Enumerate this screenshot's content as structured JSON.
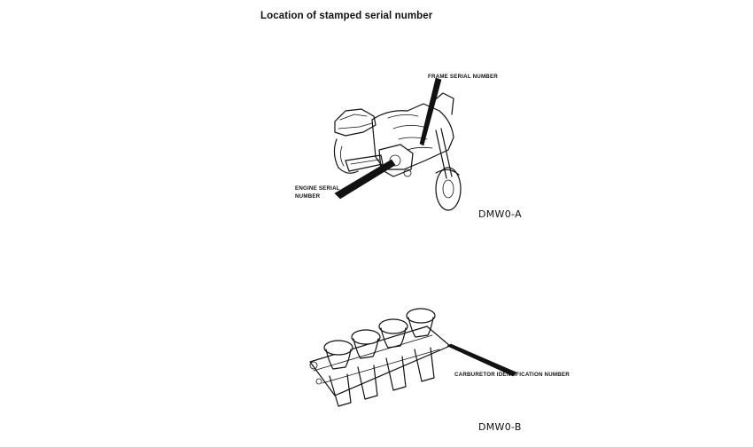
{
  "document": {
    "title": "Location of stamped serial number"
  },
  "figures": [
    {
      "code": "DMW0-A",
      "illustration": "motorcycle",
      "callouts": {
        "frame": "FRAME SERIAL NUMBER",
        "engine_line1": "ENGINE SERIAL",
        "engine_line2": "NUMBER"
      }
    },
    {
      "code": "DMW0-B",
      "illustration": "carburetor-assembly",
      "callouts": {
        "carburetor": "CARBURETOR IDENTIFICATION NUMBER"
      }
    }
  ]
}
